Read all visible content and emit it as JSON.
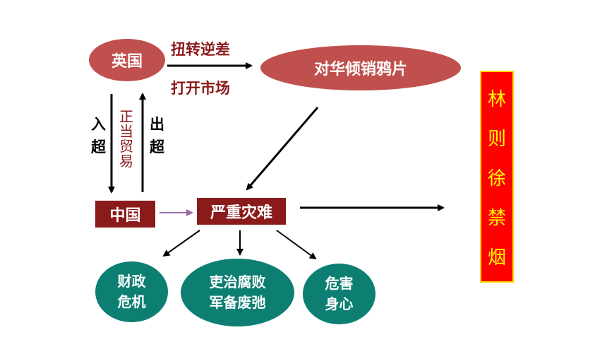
{
  "colors": {
    "ellipse_red": "#c0504d",
    "box_darkred": "#8b1a1a",
    "teal": "#0d7f72",
    "label_darkred": "#8b1a1a",
    "sidebar_bg": "#ff0000",
    "sidebar_text": "#ffff00",
    "sidebar_border": "#ffd700",
    "purple_arrow": "#9b6aa3",
    "arrow_black": "#000000"
  },
  "nodes": {
    "britain": "英国",
    "opium_dumping": "对华倾销鸦片",
    "china": "中国",
    "disaster": "严重灾难",
    "fiscal_crisis": [
      "财政",
      "危机"
    ],
    "corruption": [
      "吏治腐败",
      "军备废弛"
    ],
    "health": [
      "危害",
      "身心"
    ]
  },
  "labels": {
    "reverse_deficit": "扭转逆差",
    "open_market": "打开市场",
    "import_surplus": [
      "入",
      "超"
    ],
    "legit_trade": [
      "正",
      "当",
      "贸",
      "易"
    ],
    "export_surplus": [
      "出",
      "超"
    ]
  },
  "sidebar": {
    "chars": [
      "林",
      "则",
      "徐",
      "禁",
      "烟"
    ]
  }
}
